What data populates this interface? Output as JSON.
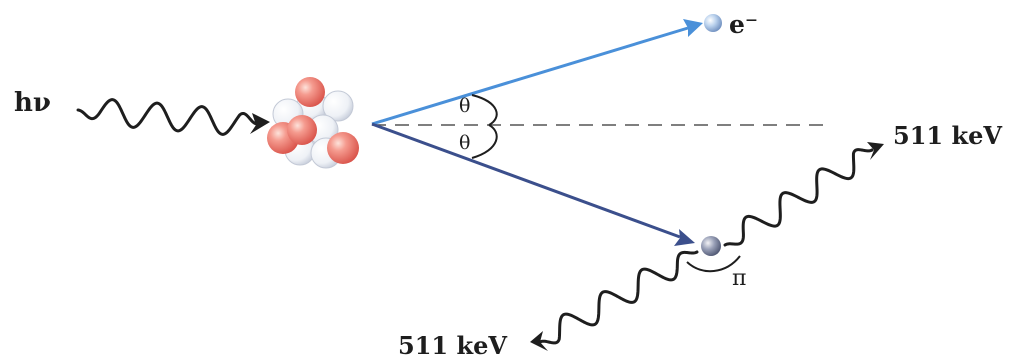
{
  "labels": {
    "incoming_photon": "hν",
    "electron": "e⁻",
    "angle_upper": "θ",
    "angle_lower": "θ",
    "annihilation_angle": "π",
    "photon_energy_right": "511 keV",
    "photon_energy_left": "511 keV"
  },
  "colors": {
    "electron_track": "#4a90d9",
    "positron_track": "#3b4f8c",
    "wave": "#1e1e1e",
    "proton": "#e8786f",
    "neutron": "#e9ecf3",
    "dashed_line": "#555555"
  }
}
